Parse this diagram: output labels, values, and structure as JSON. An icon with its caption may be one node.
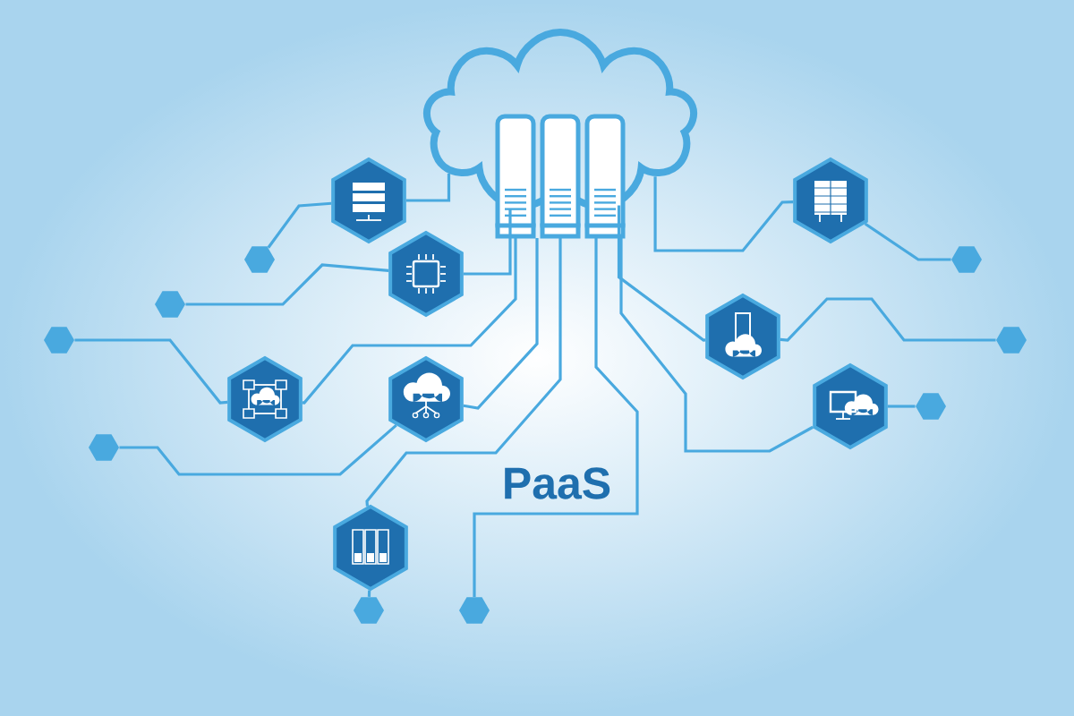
{
  "diagram": {
    "nodes": [
      {
        "text": [],
        "shape": "cloud"
      },
      {
        "text": [],
        "shape": "picture"
      },
      {
        "text": [],
        "shape": "picture"
      },
      {
        "text": [],
        "shape": "picture"
      },
      {
        "text": [],
        "shape": "picture"
      },
      {
        "text": [],
        "shape": "picture"
      },
      {
        "text": [],
        "shape": "picture"
      },
      {
        "text": [],
        "shape": "picture"
      },
      {
        "text": [],
        "shape": "picture"
      },
      {
        "text": [],
        "shape": "hexagon"
      },
      {
        "text": [],
        "shape": "hexagon"
      },
      {
        "text": [],
        "shape": "hexagon"
      },
      {
        "text": [],
        "shape": "hexagon"
      },
      {
        "text": [],
        "shape": "hexagon"
      },
      {
        "text": [],
        "shape": "hexagon"
      },
      {
        "text": [],
        "shape": "hexagon"
      },
      {
        "text": [],
        "shape": "hexagon"
      },
      {
        "text": [],
        "shape": "hexagon"
      }
    ],
    "edges": [
      {
        "from": 0,
        "to": 1,
        "arrow": "none"
      },
      {
        "from": 1,
        "to": 9,
        "arrow": "none"
      },
      {
        "from": 0,
        "to": 3,
        "arrow": "none"
      },
      {
        "from": 3,
        "to": 11,
        "arrow": "none"
      },
      {
        "from": 0,
        "to": 5,
        "arrow": "none"
      },
      {
        "from": 5,
        "to": 12,
        "arrow": "none"
      },
      {
        "from": 0,
        "to": 6,
        "arrow": "none"
      },
      {
        "from": 6,
        "to": 15,
        "arrow": "none"
      },
      {
        "from": 0,
        "to": 8,
        "arrow": "none"
      },
      {
        "from": 8,
        "to": 16,
        "arrow": "none"
      },
      {
        "from": 0,
        "to": 17,
        "arrow": "none"
      },
      {
        "from": 0,
        "to": 2,
        "arrow": "none"
      },
      {
        "from": 2,
        "to": 10,
        "arrow": "none"
      },
      {
        "from": 0,
        "to": 4,
        "arrow": "none"
      },
      {
        "from": 4,
        "to": 13,
        "arrow": "none"
      },
      {
        "from": 0,
        "to": 7,
        "arrow": "none"
      },
      {
        "from": 7,
        "to": 14,
        "arrow": "none"
      }
    ],
    "labels": [
      "PaaS"
    ]
  }
}
